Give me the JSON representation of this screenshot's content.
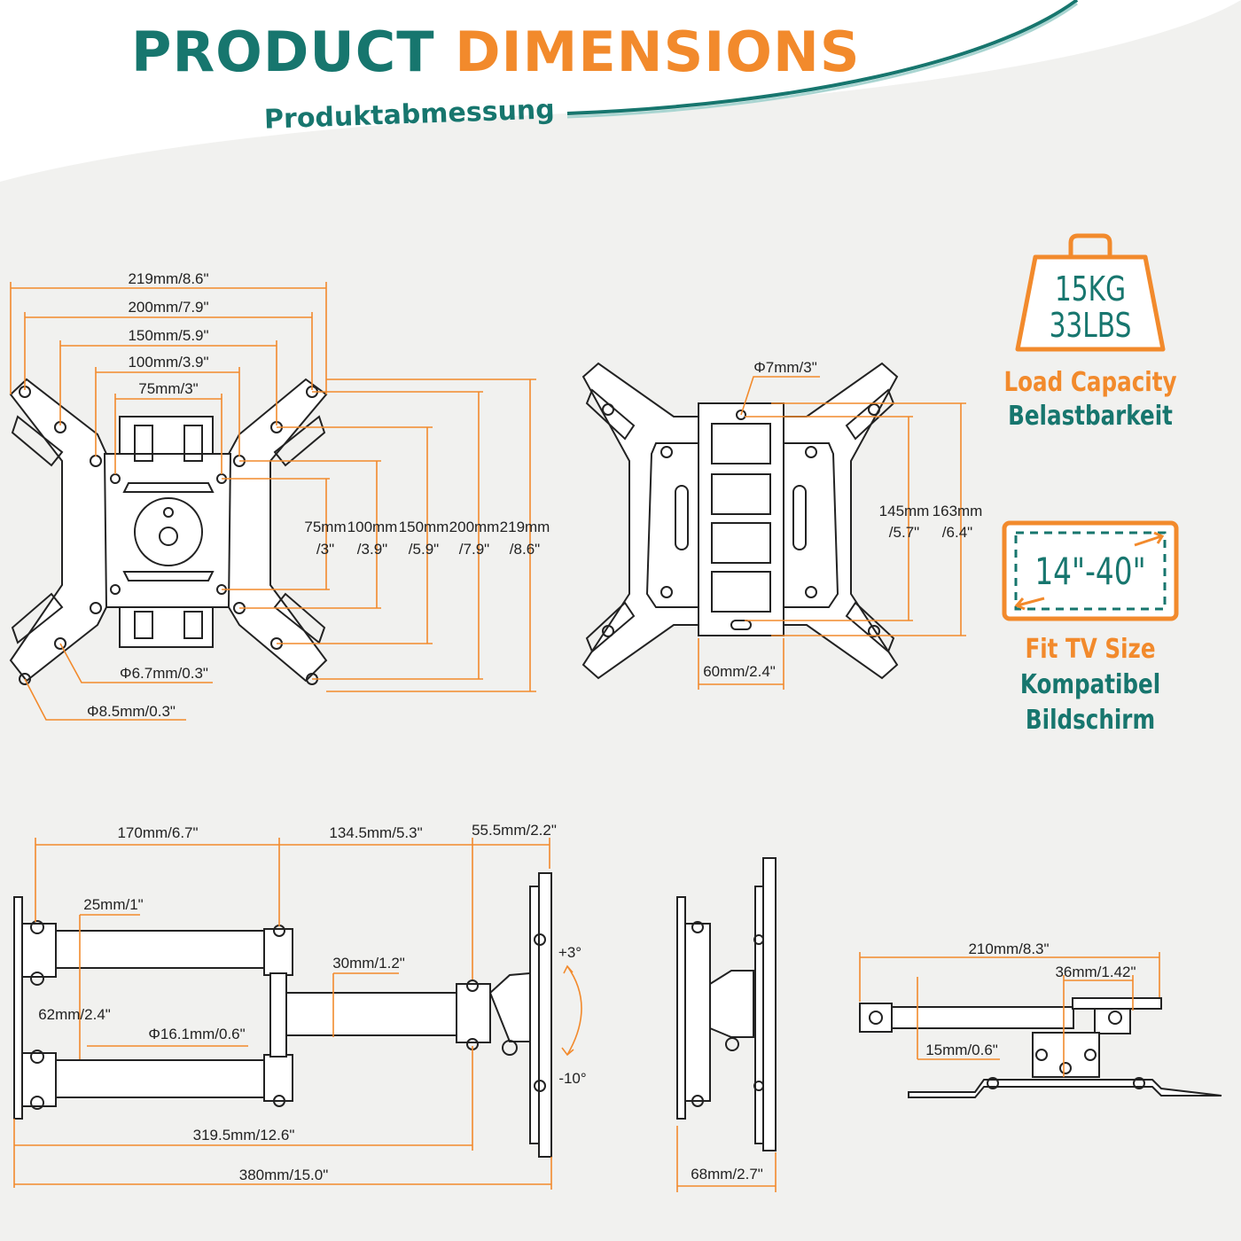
{
  "header": {
    "title_part1": "PRODUCT",
    "title_part2": "DIMENSIONS",
    "subtitle": "Produktabmessung"
  },
  "front_view": {
    "w219": "219mm/8.6\"",
    "w200": "200mm/7.9\"",
    "w150": "150mm/5.9\"",
    "w100": "100mm/3.9\"",
    "w75": "75mm/3\"",
    "h75a": "75mm",
    "h75b": "/3\"",
    "h100a": "100mm",
    "h100b": "/3.9\"",
    "h150a": "150mm",
    "h150b": "/5.9\"",
    "h200a": "200mm",
    "h200b": "/7.9\"",
    "h219a": "219mm",
    "h219b": "/8.6\"",
    "hole1": "Φ6.7mm/0.3\"",
    "hole2": "Φ8.5mm/0.3\""
  },
  "back_view": {
    "hole": "Φ7mm/3\"",
    "h145a": "145mm",
    "h145b": "/5.7\"",
    "h163a": "163mm",
    "h163b": "/6.4\"",
    "w60": "60mm/2.4\""
  },
  "specs": {
    "load_kg": "15KG",
    "load_lbs": "33LBS",
    "load_label_en": "Load Capacity",
    "load_label_de": "Belastbarkeit",
    "tv_size": "14\"-40\"",
    "tv_label_en": "Fit TV Size",
    "tv_label_de1": "Kompatibel",
    "tv_label_de2": "Bildschirm"
  },
  "side_view": {
    "d170": "170mm/6.7\"",
    "d134": "134.5mm/5.3\"",
    "d55": "55.5mm/2.2\"",
    "d25": "25mm/1\"",
    "d30": "30mm/1.2\"",
    "d62": "62mm/2.4\"",
    "d16": "Φ16.1mm/0.6\"",
    "tilt_up": "+3°",
    "tilt_down": "-10°",
    "d319": "319.5mm/12.6\"",
    "d380": "380mm/15.0\""
  },
  "folded_view": {
    "d68": "68mm/2.7\""
  },
  "top_view": {
    "d210": "210mm/8.3\"",
    "d36": "36mm/1.42\"",
    "d15": "15mm/0.6\""
  },
  "colors": {
    "teal": "#17766e",
    "orange": "#f28a2c"
  }
}
